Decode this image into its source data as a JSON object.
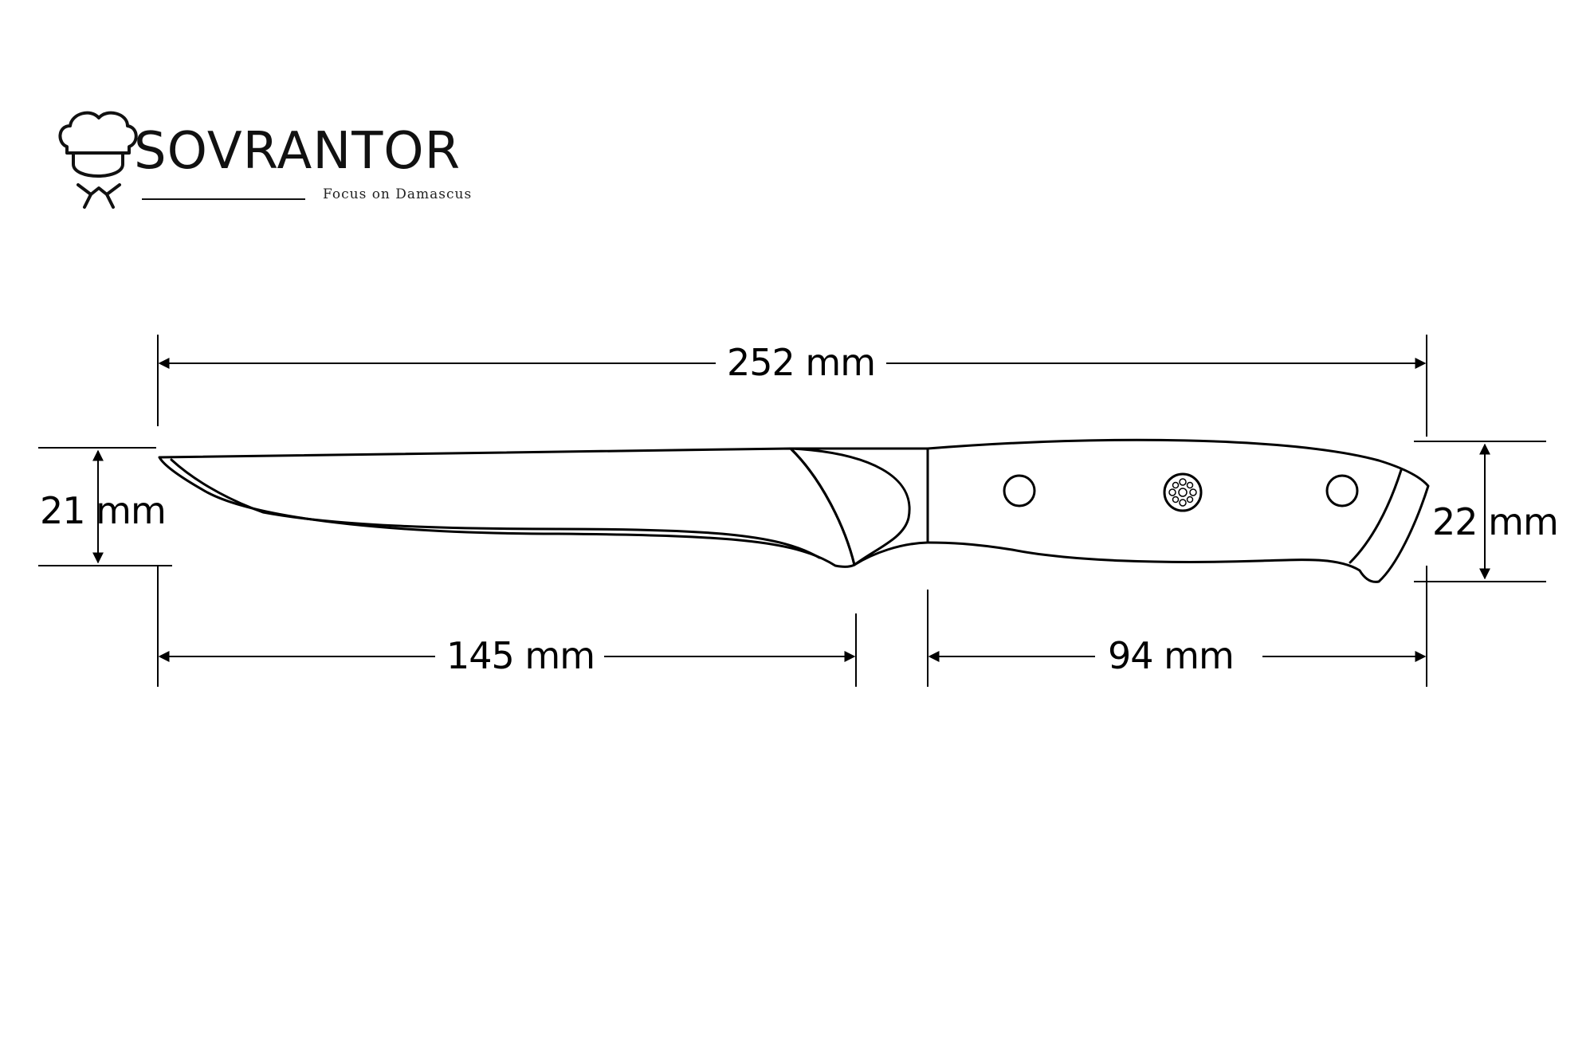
{
  "logo": {
    "brand": "SOVRANTOR",
    "tagline": "Focus on Damascus",
    "icon": "chef-hat-icon"
  },
  "dimensions": {
    "overall_length": "252 mm",
    "blade_length": "145 mm",
    "handle_length": "94 mm",
    "blade_height": "21 mm",
    "handle_height": "22 mm"
  },
  "colors": {
    "line": "#000000",
    "background": "#ffffff"
  }
}
